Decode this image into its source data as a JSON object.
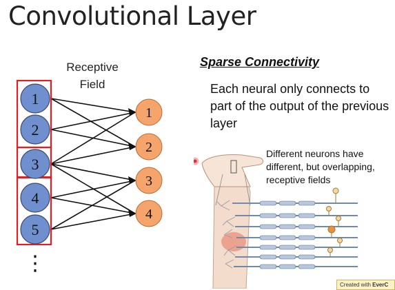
{
  "slide": {
    "title": "Convolutional Layer",
    "receptive_field_line1": "Receptive",
    "receptive_field_line2": "Field",
    "heading": "Sparse Connectivity",
    "body": "Each neural only connects to part of the output of the previous layer",
    "caption": "Different neurons have different, but overlapping, receptive fields",
    "ellipsis": "⋮",
    "watermark_prefix": "Created with ",
    "watermark_brand": "EverC"
  },
  "network": {
    "input_nodes": [
      "1",
      "2",
      "3",
      "4",
      "5"
    ],
    "output_nodes": [
      "1",
      "2",
      "3",
      "4"
    ],
    "input_color": "#6f8fcf",
    "output_color": "#f5a46b",
    "box_color": "#e02020"
  }
}
